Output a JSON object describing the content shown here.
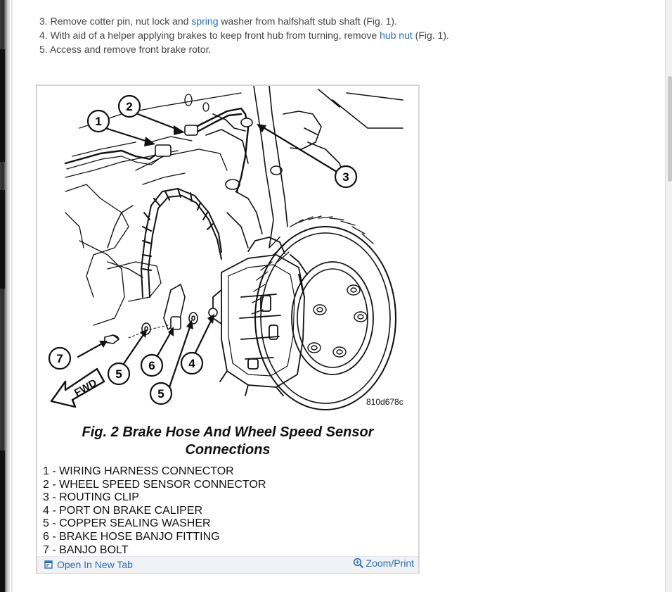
{
  "steps": [
    {
      "num": "3.",
      "before": "Remove cotter pin, nut lock and ",
      "link": "spring",
      "after": " washer from halfshaft stub shaft (Fig. 1)."
    },
    {
      "num": "4.",
      "before": "With aid of a helper applying brakes to keep front hub from turning, remove ",
      "link": "hub nut",
      "after": " (Fig. 1)."
    },
    {
      "num": "5.",
      "before": "Access and remove front brake rotor.",
      "link": "",
      "after": ""
    }
  ],
  "figure": {
    "image_code": "810d678c",
    "fwd_label": "FWD",
    "callouts": [
      "1",
      "2",
      "3",
      "4",
      "5",
      "5",
      "6",
      "7"
    ],
    "caption": "Fig. 2 Brake Hose And Wheel Speed Sensor Connections",
    "legend": [
      "1 - WIRING HARNESS CONNECTOR",
      "2 - WHEEL SPEED SENSOR CONNECTOR",
      "3 - ROUTING CLIP",
      "4 - PORT ON BRAKE CALIPER",
      "5 - COPPER SEALING WASHER",
      "6 - BRAKE HOSE BANJO FITTING",
      "7 - BANJO BOLT"
    ]
  },
  "footer": {
    "open_new_tab": "Open In New Tab",
    "zoom_print": "Zoom/Print",
    "open_icon": "open-window-icon",
    "zoom_icon": "magnifier-icon"
  },
  "colors": {
    "link": "#2a6fb5",
    "text": "#444444",
    "footer_bg": "#f0f2f5"
  }
}
